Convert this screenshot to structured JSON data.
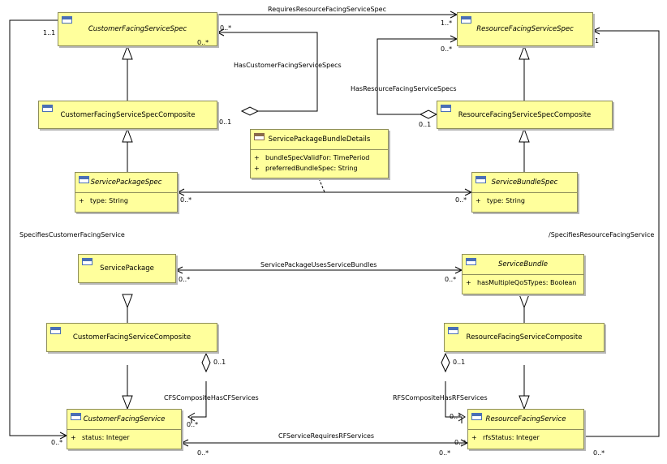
{
  "classes": {
    "cfss": {
      "name": "CustomerFacingServiceSpec"
    },
    "rfss": {
      "name": "ResourceFacingServiceSpec"
    },
    "cfssc": {
      "name": "CustomerFacingServiceSpecComposite"
    },
    "rfssc": {
      "name": "ResourceFacingServiceSpecComposite"
    },
    "spbd": {
      "name": "ServicePackageBundleDetails",
      "attrs": [
        {
          "vis": "+",
          "text": "bundleSpecValidFor: TimePeriod"
        },
        {
          "vis": "+",
          "text": "preferredBundleSpec: String"
        }
      ]
    },
    "sps": {
      "name": "ServicePackageSpec",
      "attrs": [
        {
          "vis": "+",
          "text": "type: String"
        }
      ]
    },
    "sbs": {
      "name": "ServiceBundleSpec",
      "attrs": [
        {
          "vis": "+",
          "text": "type: String"
        }
      ]
    },
    "sp": {
      "name": "ServicePackage"
    },
    "sb": {
      "name": "ServiceBundle",
      "attrs": [
        {
          "vis": "+",
          "text": "hasMultipleQoSTypes: Boolean"
        }
      ]
    },
    "cfsc": {
      "name": "CustomerFacingServiceComposite"
    },
    "rfsc": {
      "name": "ResourceFacingServiceComposite"
    },
    "cfs": {
      "name": "CustomerFacingService",
      "attrs": [
        {
          "vis": "+",
          "text": "status: Integer"
        }
      ]
    },
    "rfs": {
      "name": "ResourceFacingService",
      "attrs": [
        {
          "vis": "+",
          "text": "rfsStatus: Integer"
        }
      ]
    }
  },
  "associations": {
    "requires_rfss": "RequiresResourceFacingServiceSpec",
    "has_cfss": "HasCustomerFacingServiceSpecs",
    "has_rfss": "HasResourceFacingServiceSpecs",
    "specifies_cfs": "SpecifiesCustomerFacingService",
    "specifies_rfs": "/SpecifiesResourceFacingService",
    "sp_uses_sb": "ServicePackageUsesServiceBundles",
    "cfs_composite": "CFSCompositeHasCFServices",
    "rfs_composite": "RFSCompositeHasRFServices",
    "cfs_requires_rfs": "CFServiceRequiresRFServices"
  },
  "multiplicities": {
    "m1": "1..1",
    "m2": "0..*",
    "m3": "0..*",
    "m4": "1..*",
    "m5": "0..*",
    "m6": "1",
    "m7": "0..1",
    "m8": "0..1",
    "m9": "0..*",
    "m10": "0..*",
    "m11": "0..*",
    "m12": "0..*",
    "m13": "0..1",
    "m14": "0..1",
    "m15": "0..*",
    "m16": "0..*",
    "m17": "0..*",
    "m18": "0..*",
    "m19": "0..*",
    "m20": "0..*",
    "m21": "0..*"
  }
}
